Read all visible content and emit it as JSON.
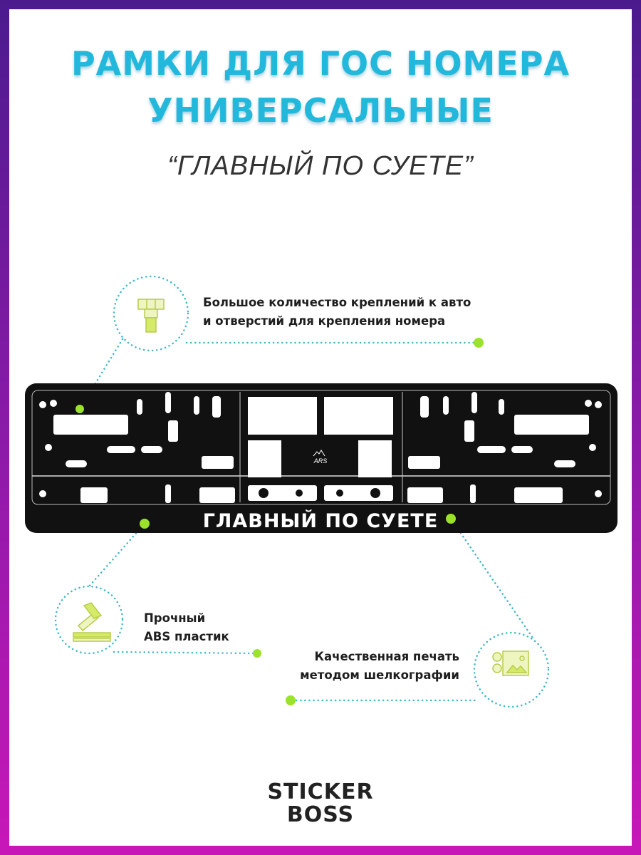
{
  "title": {
    "line1": "РАМКИ ДЛЯ ГОС НОМЕРА",
    "line2": "УНИВЕРСАЛЬНЫЕ"
  },
  "subtitle": "“ГЛАВНЫЙ ПО СУЕТЕ”",
  "product": {
    "frame_text": "ГЛАВНЫЙ ПО СУЕТЕ",
    "frame_logo": "ARS"
  },
  "features": [
    {
      "icon": "bolt-icon",
      "line1": "Большое количество креплений к авто",
      "line2": "и отверстий для крепления номера"
    },
    {
      "icon": "hammer-icon",
      "line1": "Прочный",
      "line2": "ABS пластик"
    },
    {
      "icon": "printing-icon",
      "line1": "Качественная печать",
      "line2": "методом шелкографии"
    }
  ],
  "brand": {
    "line1": "STICKER",
    "line2": "BOSS"
  },
  "colors": {
    "accent": "#22b8dc",
    "dot": "#9be22a",
    "icon": "#c8e06a"
  }
}
